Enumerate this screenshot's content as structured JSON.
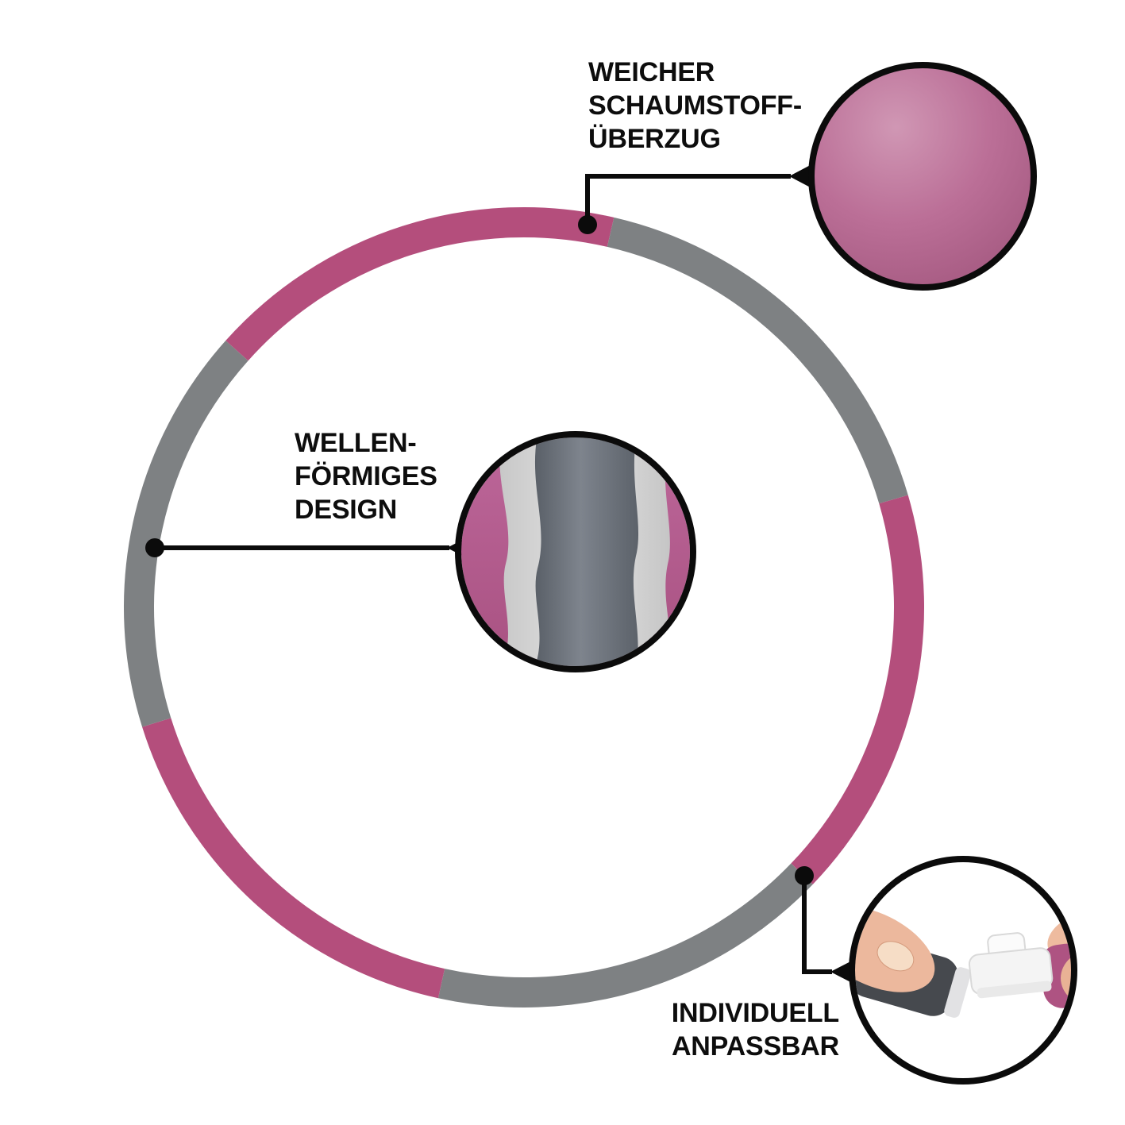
{
  "callouts": [
    {
      "id": "foam",
      "lines": [
        "WEICHER",
        "SCHAUMSTOFF-",
        "ÜBERZUG"
      ]
    },
    {
      "id": "wave",
      "lines": [
        "WELLEN-",
        "FÖRMIGES",
        "DESIGN"
      ]
    },
    {
      "id": "adjustable",
      "lines": [
        "INDIVIDUELL",
        "ANPASSBAR"
      ]
    }
  ],
  "hoop": {
    "visible_segments": 6,
    "alternating_colors": [
      "pink",
      "gray"
    ]
  },
  "colors": {
    "background": "#ffffff",
    "text": "#0d0d0d",
    "line": "#0b0b0b",
    "hoop_pink": "#b44e7c",
    "hoop_gray": "#7e8183",
    "foam_pink_light": "#cf93b1",
    "foam_pink_dark": "#9e5279",
    "wave_pink": "#b35c8d",
    "wave_gray_dark": "#666c74",
    "wave_gray_light": "#d4d4d4",
    "connector_white": "#f4f4f4",
    "connector_dark_tube": "#46494e",
    "connector_pink_tube": "#ae5382",
    "skin": "#ecb89d"
  }
}
